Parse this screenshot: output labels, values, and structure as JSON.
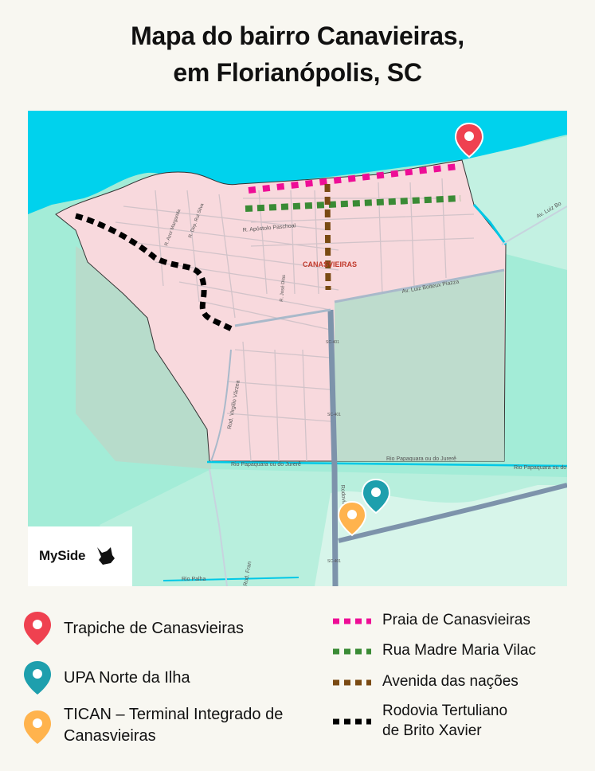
{
  "title_line1": "Mapa do bairro Canavieiras,",
  "title_line2": "em Florianópolis, SC",
  "logo": {
    "text": "MySide",
    "icon": "dog-head-icon"
  },
  "map_labels": {
    "neighborhood": "CANASVIEIRAS",
    "street_apostolo": "R. Apóstolo Paschoal",
    "street_luiz_boiteux": "Av. Luiz Boiteux Piazza",
    "street_luiz_bo_right": "Av. Luiz Bo",
    "road_sc401_a": "SC-401",
    "road_sc401_b": "SC-401",
    "road_sc401_c": "SC-401",
    "street_virgilio": "Rod. Virgílio Várzea",
    "river_papaquara_left": "Rio Papaquara ou do Jurerê",
    "river_papaquara_mid": "Rio Papaquara ou do Jurerê",
    "river_papaquara_right": "Rio Papaquara ou do",
    "river_palha": "Rio Palha",
    "street_rod_francisco": "Rod. Fran",
    "street_rodovia_vertical": "Rodovia",
    "street_azor": "R. Azor Margarida",
    "street_dep": "R. Dep. Rui Silva",
    "street_jose": "R. José Dias"
  },
  "pins": [
    {
      "name": "Trapiche de Canasvieiras",
      "color": "#ef4150",
      "icon": "map-pin-icon"
    },
    {
      "name": "UPA Norte da Ilha",
      "color": "#1e9fad",
      "icon": "map-pin-icon"
    },
    {
      "name": "TICAN – Terminal Integrado de Canasvieiras",
      "color": "#ffb34d",
      "icon": "map-pin-icon"
    }
  ],
  "routes": [
    {
      "name": "Praia de Canasvieiras",
      "color": "#ee0d96"
    },
    {
      "name": "Rua Madre Maria Vilac",
      "color": "#3a8b35"
    },
    {
      "name": "Avenida das nações",
      "color": "#7a4a13"
    },
    {
      "name_line1": "Rodovia Tertuliano",
      "name_line2": "de Brito Xavier",
      "color": "#000000"
    }
  ],
  "colors": {
    "sea": "#00d2ed",
    "land": "#a3ecd7",
    "neighborhood_fill": "#f8d9dd",
    "park": "#b7dccb",
    "road": "#7d93ab"
  }
}
